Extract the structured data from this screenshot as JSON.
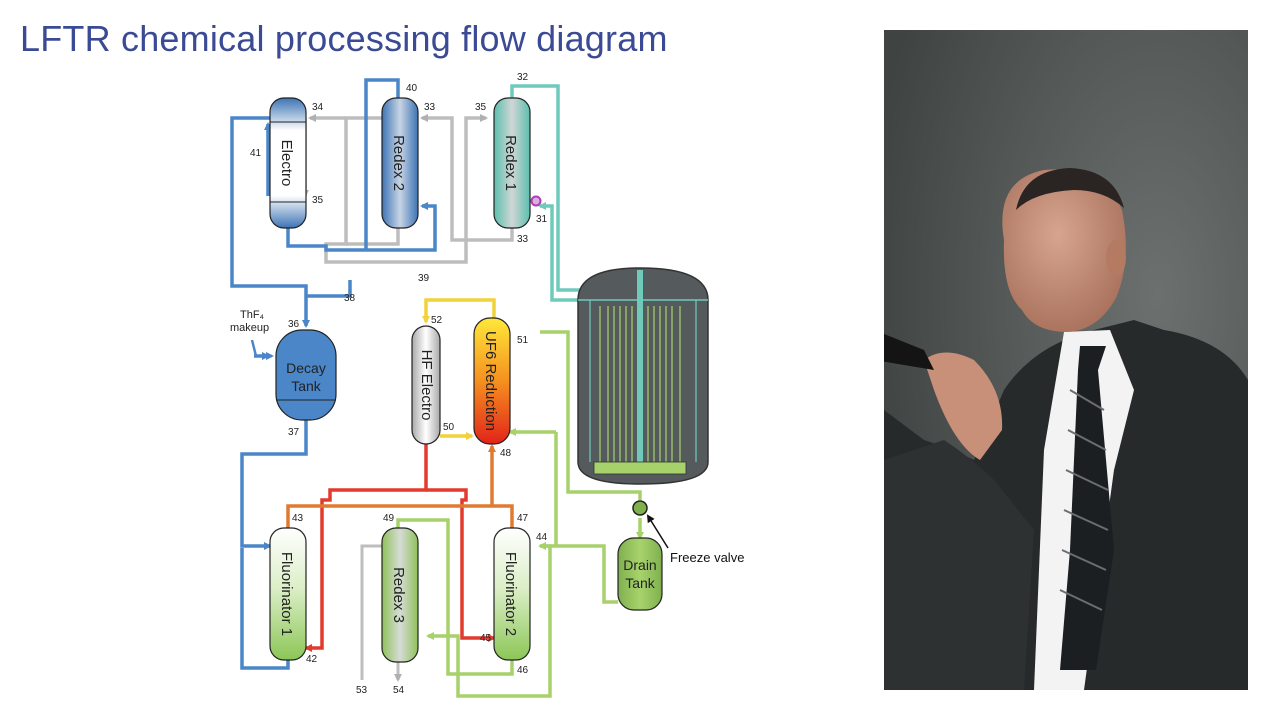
{
  "title": "LFTR chemical processing flow diagram",
  "vessels": {
    "electro": "Electro",
    "redex2": "Redex 2",
    "redex1": "Redex 1",
    "hf_electro": "HF Electro",
    "uf6_reduction": "UF6 Reduction",
    "fluorinator1": "Fluorinator 1",
    "redex3": "Redex 3",
    "fluorinator2": "Fluorinator 2",
    "decay_tank_line1": "Decay",
    "decay_tank_line2": "Tank",
    "drain_tank_line1": "Drain",
    "drain_tank_line2": "Tank"
  },
  "thf4_makeup": {
    "formula": "ThF₄",
    "word": "makeup"
  },
  "freeze_valve": "Freeze valve",
  "stream_numbers": {
    "n34": "34",
    "n40": "40",
    "n33a": "33",
    "n35a": "35",
    "n32": "32",
    "n41": "41",
    "n35b": "35",
    "n31": "31",
    "n33b": "33",
    "n39": "39",
    "n38": "38",
    "n36": "36",
    "n37": "37",
    "n52": "52",
    "n51": "51",
    "n50": "50",
    "n48": "48",
    "n43": "43",
    "n49": "49",
    "n47": "47",
    "n44": "44",
    "n45": "45",
    "n42": "42",
    "n46": "46",
    "n53": "53",
    "n54": "54"
  },
  "colors": {
    "title": "#3b4a94",
    "blue_stream": "#4a86c8",
    "gray_stream": "#b9b9b9",
    "teal_stream": "#6fcabc",
    "green_stream": "#a7d16a",
    "red_stream": "#e23a2d",
    "orange_stream": "#e07a32",
    "yellow_stream": "#f2d23a",
    "reactor_body": "#555b5c"
  }
}
